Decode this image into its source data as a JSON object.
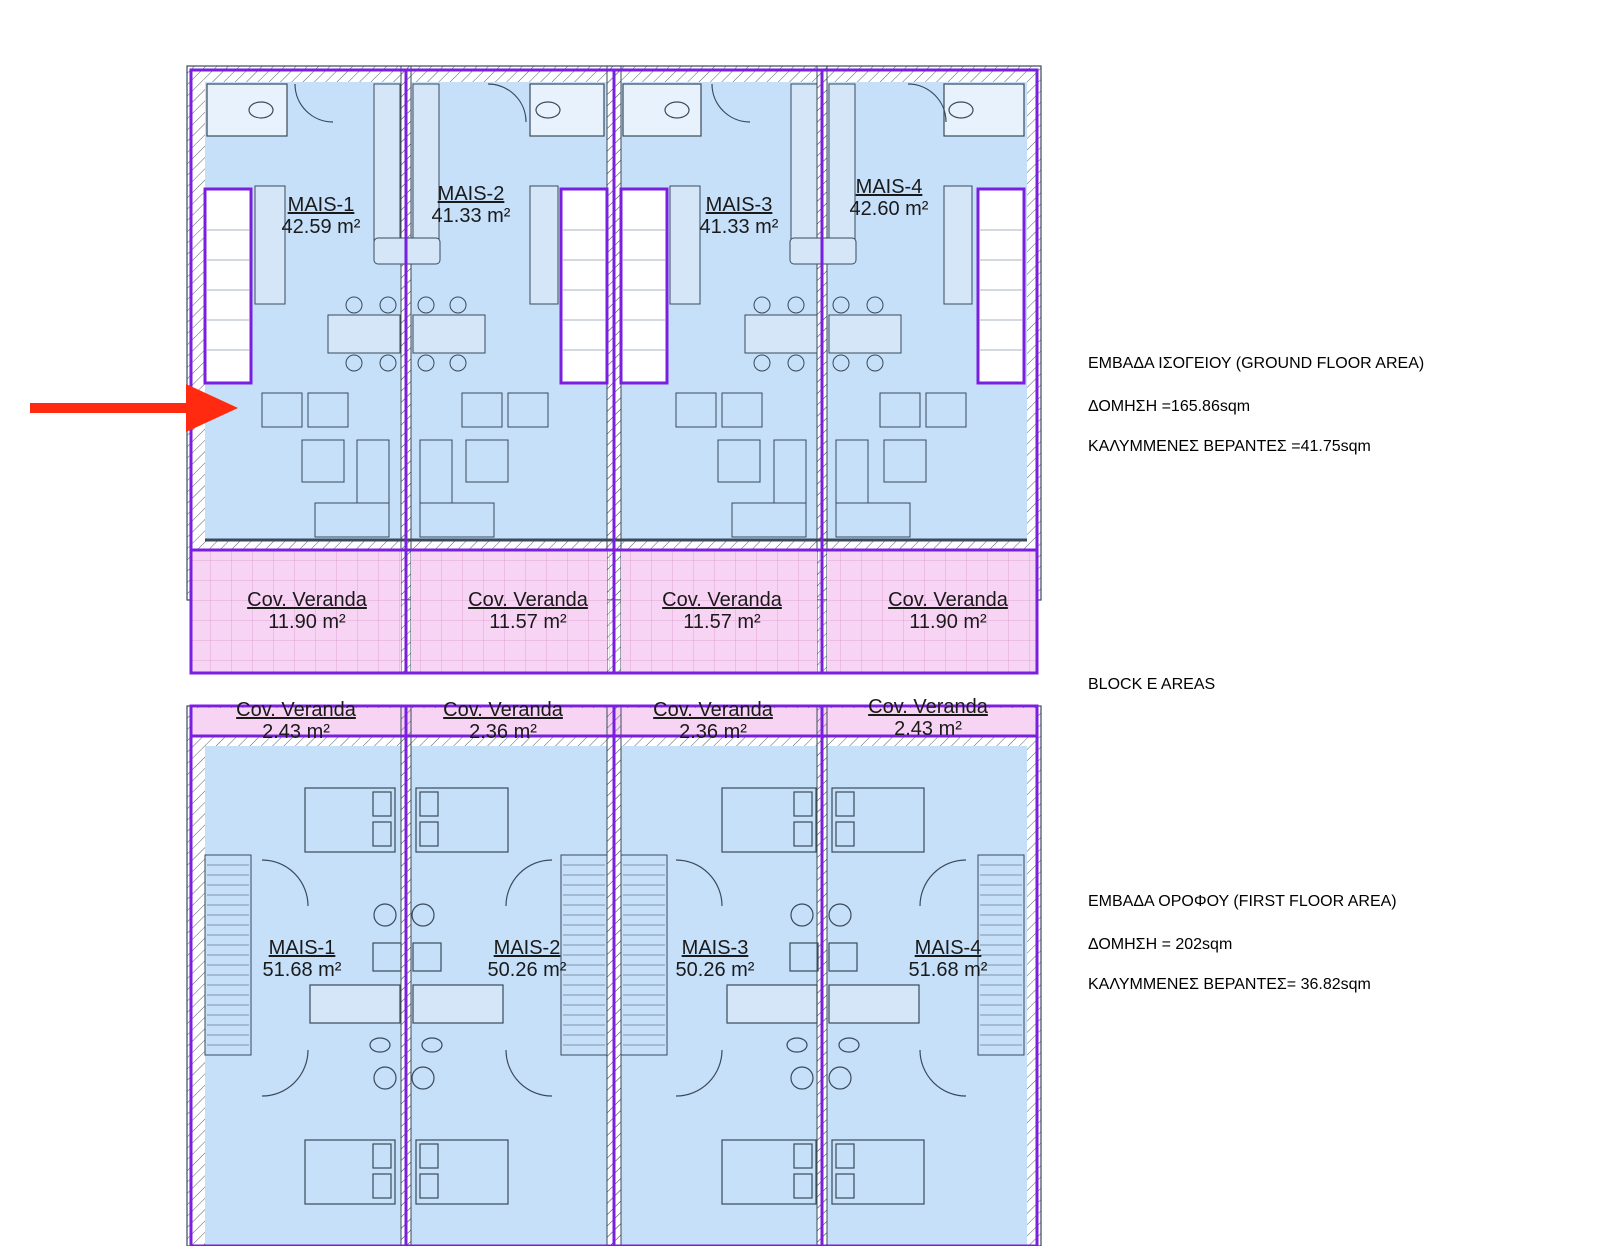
{
  "ground_floor": {
    "units": [
      {
        "name": "MAIS-1",
        "area": "42.59 m²"
      },
      {
        "name": "MAIS-2",
        "area": "41.33 m²"
      },
      {
        "name": "MAIS-3",
        "area": "41.33 m²"
      },
      {
        "name": "MAIS-4",
        "area": "42.60 m²"
      }
    ],
    "verandas": [
      {
        "name": "Cov. Veranda",
        "area": "11.90 m²"
      },
      {
        "name": "Cov. Veranda",
        "area": "11.57 m²"
      },
      {
        "name": "Cov. Veranda",
        "area": "11.57 m²"
      },
      {
        "name": "Cov. Veranda",
        "area": "11.90 m²"
      }
    ]
  },
  "first_floor": {
    "verandas": [
      {
        "name": "Cov. Veranda",
        "area": "2.43 m²"
      },
      {
        "name": "Cov. Veranda",
        "area": "2.36 m²"
      },
      {
        "name": "Cov. Veranda",
        "area": "2.36 m²"
      },
      {
        "name": "Cov. Veranda",
        "area": "2.43 m²"
      }
    ],
    "units": [
      {
        "name": "MAIS-1",
        "area": "51.68 m²"
      },
      {
        "name": "MAIS-2",
        "area": "50.26 m²"
      },
      {
        "name": "MAIS-3",
        "area": "50.26 m²"
      },
      {
        "name": "MAIS-4",
        "area": "51.68 m²"
      }
    ]
  },
  "info": {
    "ground_heading": "ΕΜΒΑΔΑ ΙΣΟΓΕΙΟΥ (GROUND FLOOR AREA)",
    "ground_domisi": "ΔΟΜΗΣΗ =165.86sqm",
    "ground_verandas": "ΚΑΛΥΜΜΕΝΕΣ ΒΕΡΑΝΤΕΣ =41.75sqm",
    "block_title": "BLOCK E AREAS",
    "first_heading": "ΕΜΒΑΔΑ ΟΡΟΦΟΥ (FIRST FLOOR AREA)",
    "first_domisi": "ΔΟΜΗΣΗ = 202sqm",
    "first_verandas": "ΚΑΛΥΜΜΕΝΕΣ ΒΕΡΑΝΤΕΣ= 36.82sqm"
  },
  "colors": {
    "room_fill": "#c6e0fa",
    "veranda_fill": "#f8d4f4",
    "boundary": "#7a1fe0",
    "wall": "#3a4a5a",
    "arrow": "#ff2a10"
  }
}
